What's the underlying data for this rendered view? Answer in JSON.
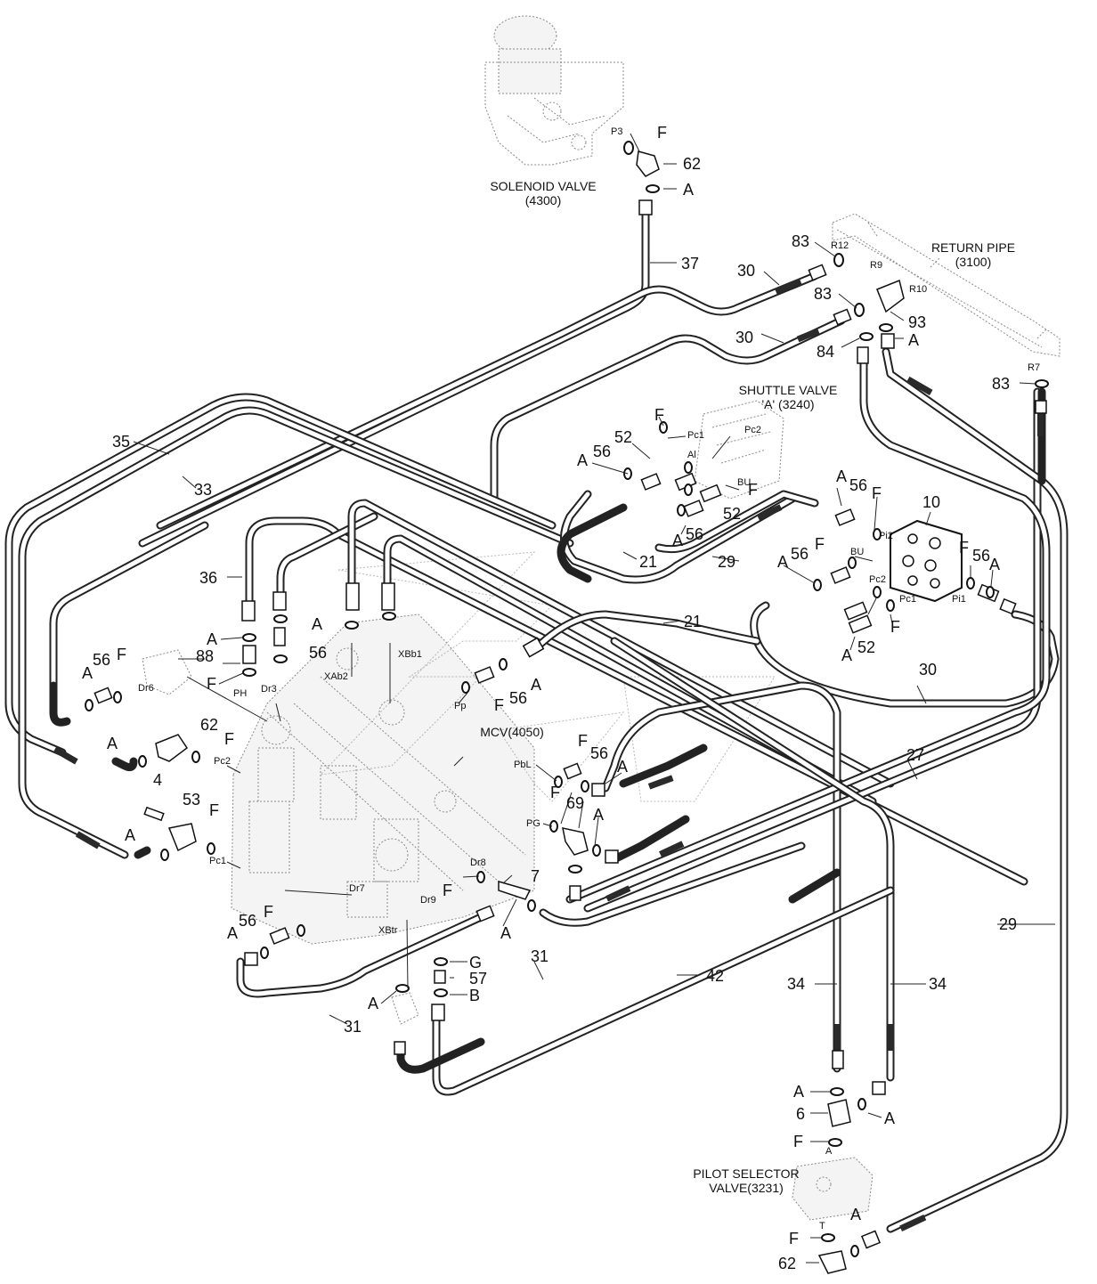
{
  "components": {
    "solenoid_valve": {
      "name": "SOLENOID VALVE",
      "code": "(4300)"
    },
    "return_pipe": {
      "name": "RETURN PIPE",
      "code": "(3100)"
    },
    "shuttle_valve": {
      "name": "SHUTTLE VALVE",
      "code": "'A' (3240)"
    },
    "mcv": {
      "name": "MCV(4050)"
    },
    "pilot_selector_valve": {
      "name": "PILOT SELECTOR",
      "code": "VALVE(3231)"
    }
  },
  "part_numbers": {
    "p4": "4",
    "p6": "6",
    "p7": "7",
    "p10": "10",
    "p21a": "21",
    "p21b": "21",
    "p27": "27",
    "p29a": "29",
    "p29b": "29",
    "p30a": "30",
    "p30b": "30",
    "p30c": "30",
    "p31a": "31",
    "p31b": "31",
    "p33": "33",
    "p34a": "34",
    "p34b": "34",
    "p35": "35",
    "p36": "36",
    "p37": "37",
    "p42": "42",
    "p52a": "52",
    "p52b": "52",
    "p52c": "52",
    "p53": "53",
    "p56a": "56",
    "p56b": "56",
    "p56c": "56",
    "p56d": "56",
    "p56e": "56",
    "p56f": "56",
    "p56g": "56",
    "p56h": "56",
    "p56i": "56",
    "p56j": "56",
    "p57": "57",
    "p62a": "62",
    "p62b": "62",
    "p62c": "62",
    "p69": "69",
    "p83a": "83",
    "p83b": "83",
    "p83c": "83",
    "p84": "84",
    "p88": "88",
    "p93": "93"
  },
  "letters": {
    "a": "A",
    "f": "F",
    "b": "B",
    "g": "G"
  },
  "ports": {
    "p3": "P3",
    "r12": "R12",
    "r9": "R9",
    "r10": "R10",
    "r7": "R7",
    "pc1": "Pc1",
    "pc2": "Pc2",
    "al": "Al",
    "bu": "BU",
    "pi1": "Pi1",
    "pi2": "Pi2",
    "dr6": "Dr6",
    "dr3": "Dr3",
    "dr7": "Dr7",
    "dr8": "Dr8",
    "dr9": "Dr9",
    "ph": "PH",
    "xab2": "XAb2",
    "xbb1": "XBb1",
    "pp": "Pp",
    "pbl": "PbL",
    "pg": "PG",
    "xbtr": "XBtr",
    "a": "A",
    "t": "T"
  },
  "colors": {
    "line": "#222222",
    "ghost": "#8a8a8a",
    "background": "#ffffff"
  }
}
